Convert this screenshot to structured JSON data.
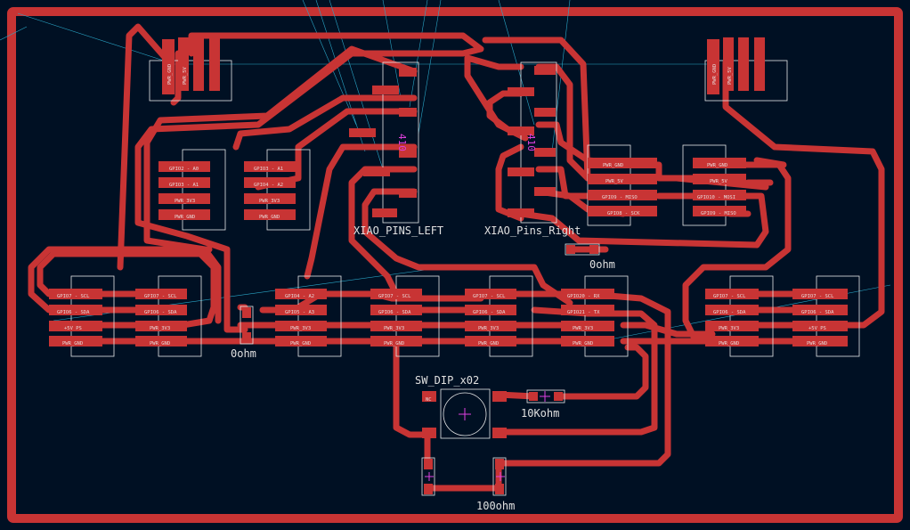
{
  "board": {
    "background": "#001023",
    "copper_color": "#c83434",
    "ratsnest_color": "#2aa7c8",
    "silk_color": "#e8e8e8",
    "fab_color": "#e040e0"
  },
  "refs": {
    "xiao_left": "XIAO_PINS_LEFT",
    "xiao_right": "XIAO_Pins_Right",
    "r_0ohm_a": "0ohm",
    "r_0ohm_b": "0ohm",
    "sw": "SW_DIP_x02",
    "r_10k": "10Kohm",
    "r_100": "100ohm"
  },
  "fab": {
    "left_text": "410",
    "right_text": "410"
  },
  "headers": {
    "gpio2_a0": "GPIO2 - A0",
    "gpio3_a1_l": "GPIO3 - A1",
    "gpio3_a1": "GPIO3 - A1",
    "gpio4_a2": "GPIO4 - A2",
    "pwr_3v3": "PWR_3V3",
    "pwr_gnd": "PWR_GND",
    "pwr_5v": "PWR_5V",
    "gpio7_scl": "GPIO7 - SCL",
    "gpio6_sda": "GPIO6 - SDA",
    "p5v_ps": "+5V PS",
    "gpio4_a2b": "GPIO4 - A2",
    "gpio5_a3": "GPIO5 - A3",
    "gpio20_rx": "GPIO20 - RX",
    "gpio21_tx": "GPIO21 - TX",
    "gpio9_miso": "GPIO9 - MISO",
    "gpio8_sck": "GPIO8 - SCK",
    "gpio10_mosi": "GPIO10 - MOSI",
    "nc": "NC"
  }
}
